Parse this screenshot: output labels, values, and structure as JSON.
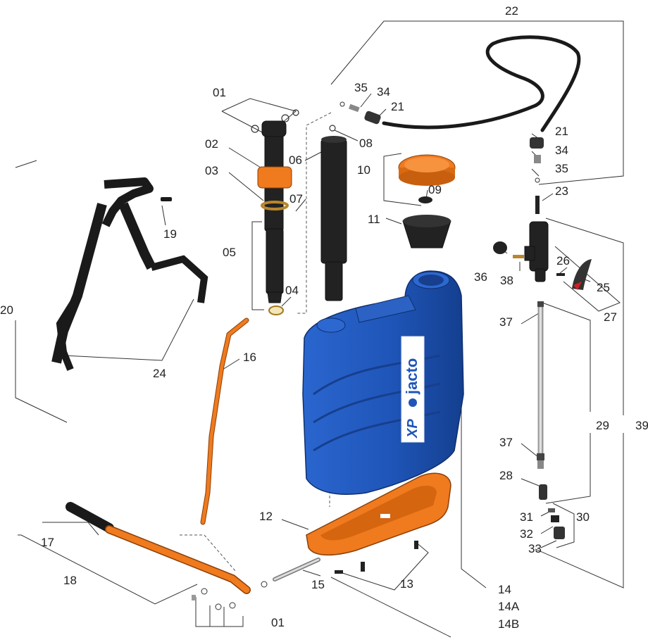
{
  "brand": {
    "logo_text": "jacto",
    "model_text": "XP"
  },
  "colors": {
    "tank_blue": "#1f55b8",
    "tank_blue_dark": "#143f8f",
    "orange": "#f07a1e",
    "black_part": "#222222",
    "leader_line": "#333333",
    "label_text": "#222222",
    "background": "#ffffff"
  },
  "part_labels": {
    "p01_top": "01",
    "p02": "02",
    "p03": "03",
    "p04": "04",
    "p05": "05",
    "p06": "06",
    "p07": "07",
    "p08": "08",
    "p09": "09",
    "p10": "10",
    "p11": "11",
    "p12": "12",
    "p13": "13",
    "p14": "14",
    "p14a": "14A",
    "p14b": "14B",
    "p15": "15",
    "p16": "16",
    "p17": "17",
    "p18": "18",
    "p19": "19",
    "p20": "20",
    "p21_top": "21",
    "p21_right": "21",
    "p22": "22",
    "p23": "23",
    "p24": "24",
    "p25": "25",
    "p26": "26",
    "p27": "27",
    "p28": "28",
    "p29": "29",
    "p30": "30",
    "p31": "31",
    "p32": "32",
    "p33": "33",
    "p34_top": "34",
    "p34_right": "34",
    "p35_top": "35",
    "p35_right": "35",
    "p36": "36",
    "p37_top": "37",
    "p37_bottom": "37",
    "p38": "38",
    "p39": "39",
    "p01_bottom": "01"
  }
}
